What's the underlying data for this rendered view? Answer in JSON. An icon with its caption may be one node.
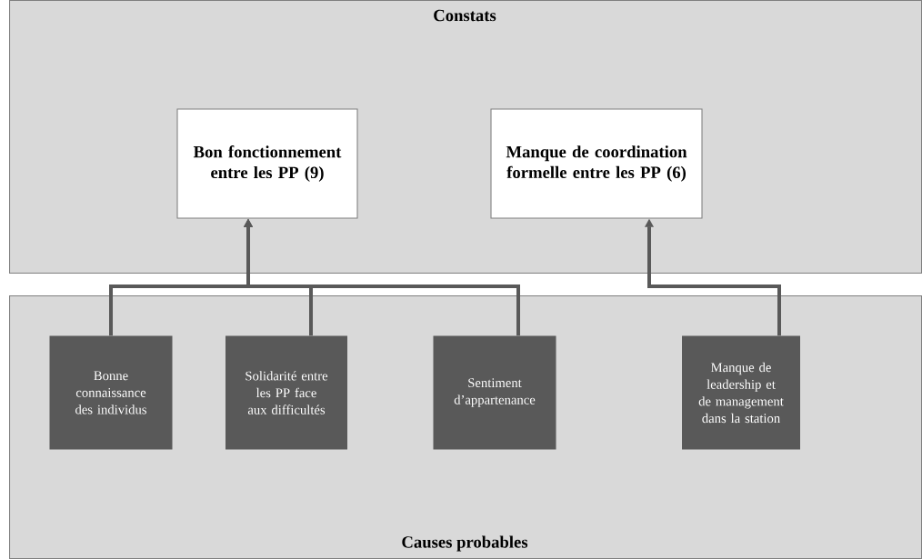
{
  "diagram": {
    "nodes": [
      {
        "text": [
          "Constats"
        ]
      },
      {
        "text": [
          "Bon fonctionnement entre les PP (9)"
        ],
        "in": 0
      },
      {
        "text": [
          "Manque de coordination formelle entre les PP (6)"
        ],
        "in": 0
      },
      {
        "text": [
          "Causes probables"
        ]
      },
      {
        "text": [
          "Bonne connaissance des individus"
        ],
        "in": 3
      },
      {
        "text": [
          "Solidarité entre les PP face aux difficultés"
        ],
        "in": 3
      },
      {
        "text": [
          "Sentiment d’appartenance"
        ],
        "in": 3
      },
      {
        "text": [
          "Manque de leadership et de management dans la station"
        ],
        "in": 3
      }
    ],
    "edges": [
      {
        "from": 4,
        "to": 1,
        "arrow": "to"
      },
      {
        "from": 5,
        "to": 1,
        "arrow": "to"
      },
      {
        "from": 6,
        "to": 1,
        "arrow": "to"
      },
      {
        "from": 7,
        "to": 2,
        "arrow": "to"
      }
    ]
  }
}
